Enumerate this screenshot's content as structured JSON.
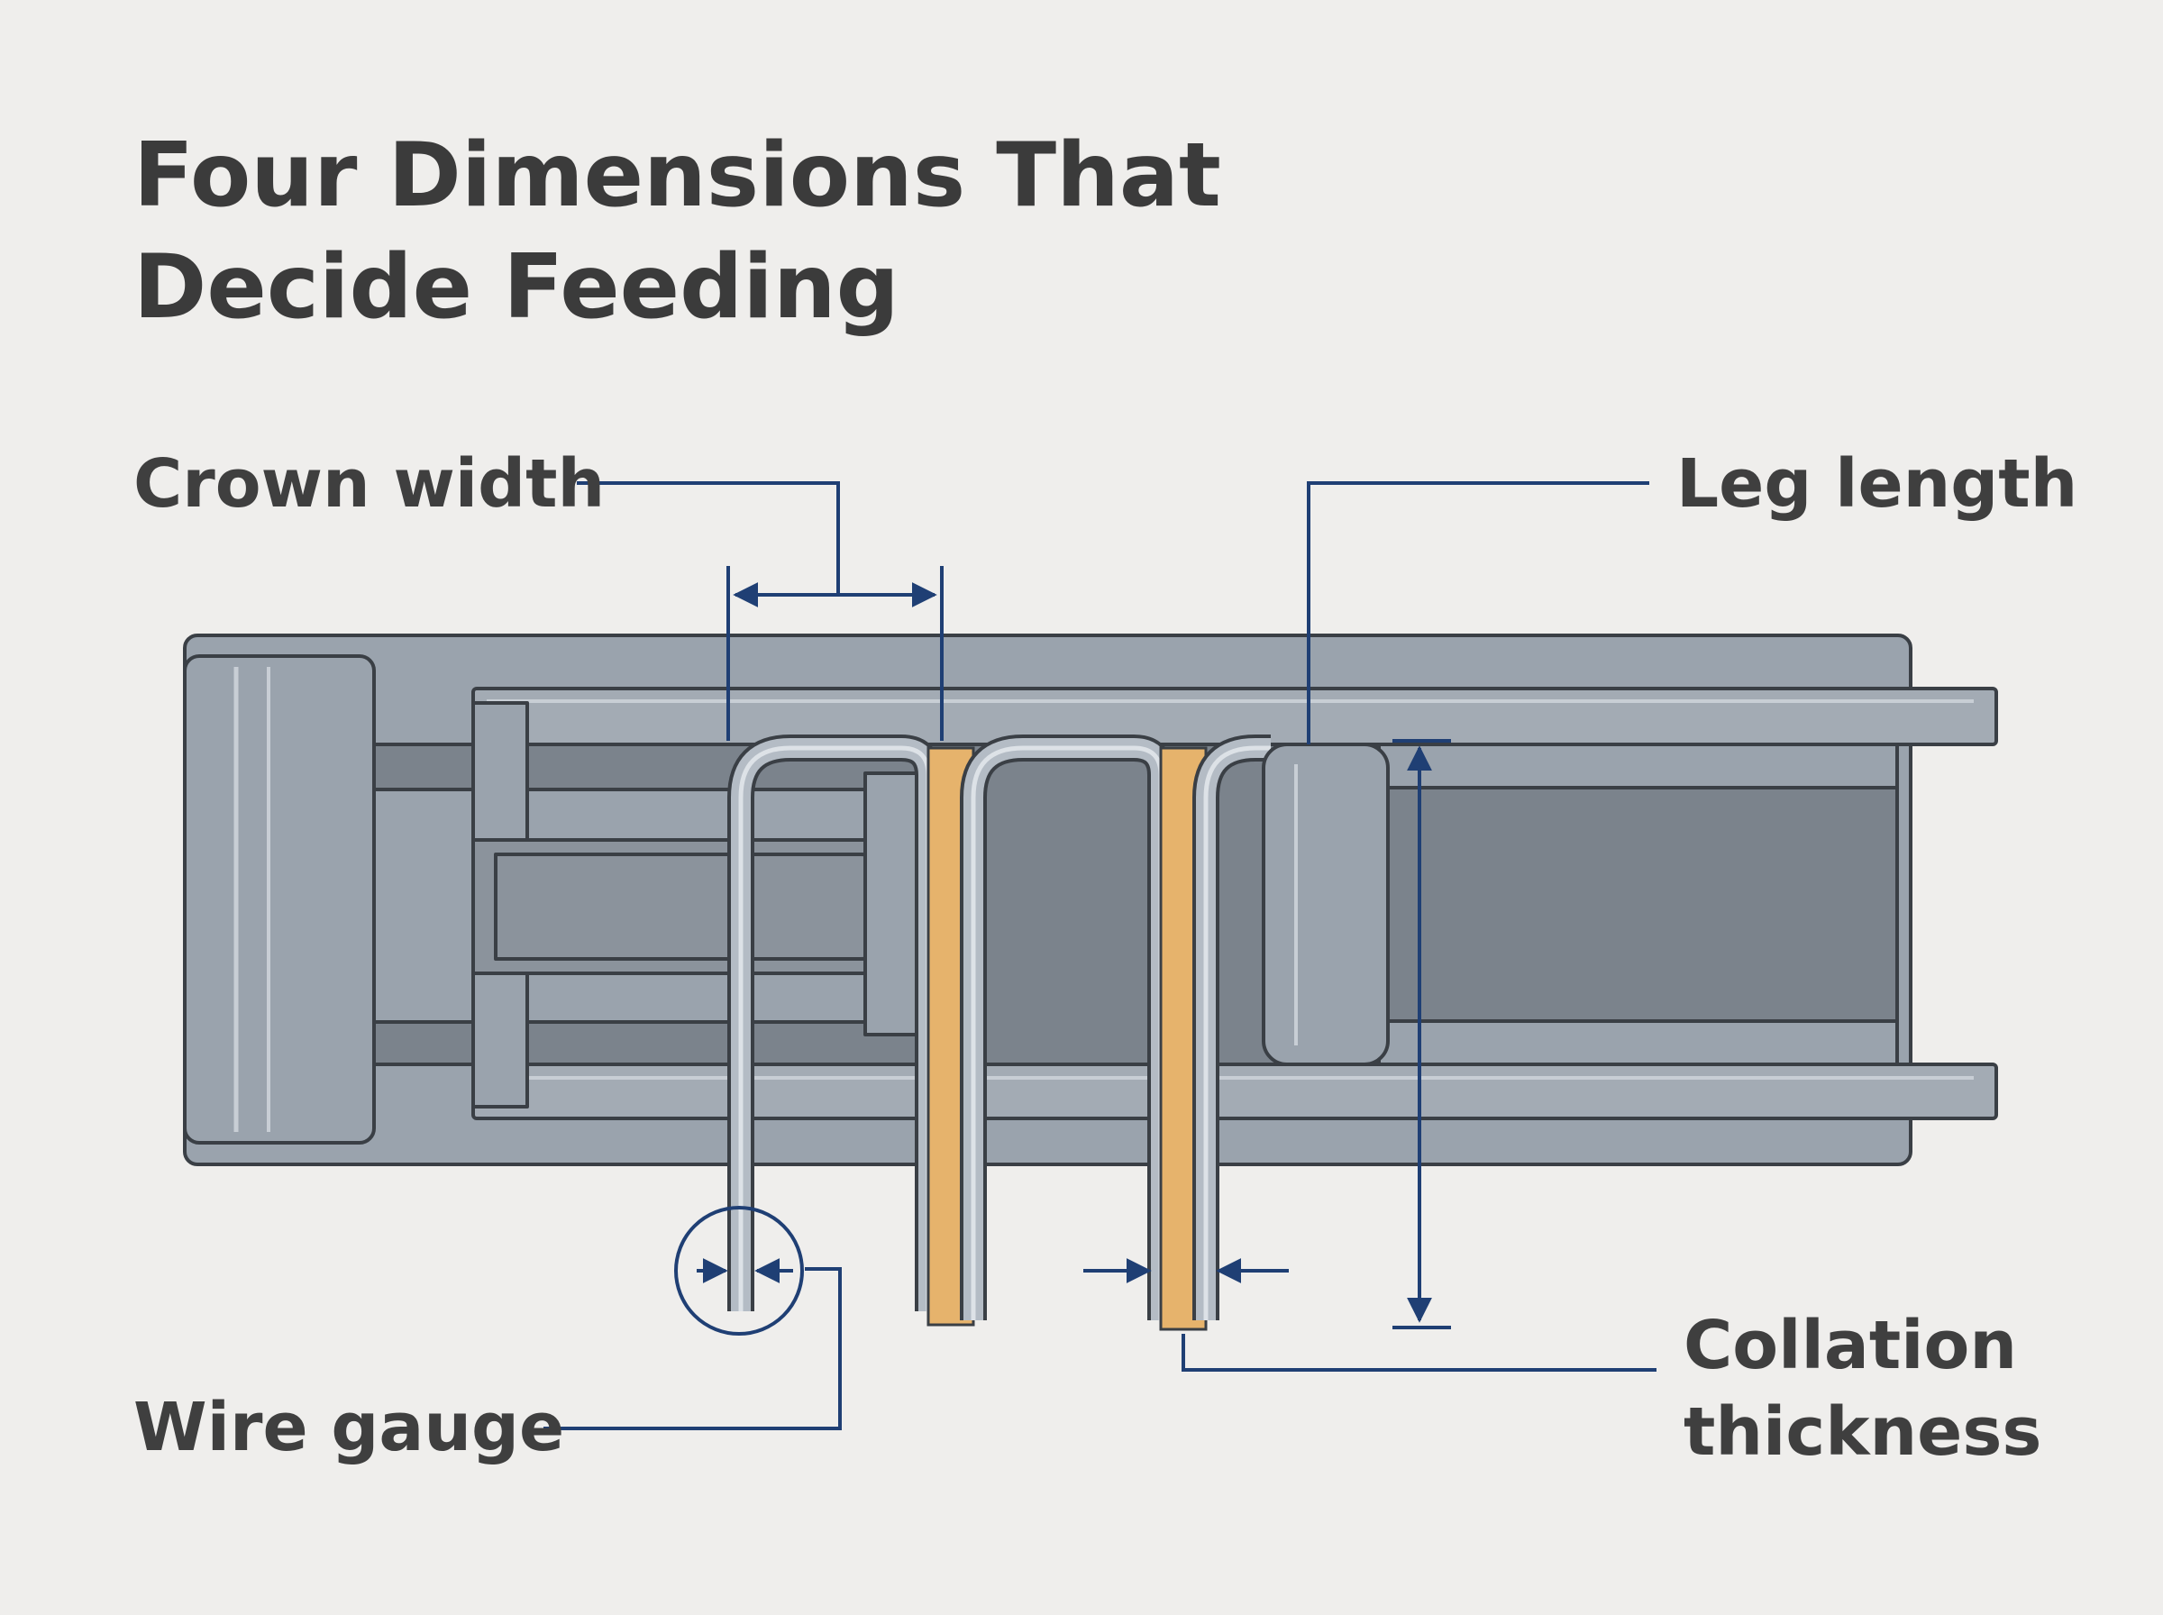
{
  "title": {
    "line1": "Four Dimensions That",
    "line2": "Decide Feeding"
  },
  "labels": {
    "crown_width": "Crown width",
    "leg_length": "Leg length",
    "wire_gauge": "Wire gauge",
    "collation_line1": "Collation",
    "collation_line2": "thickness"
  },
  "colors": {
    "background": "#efeeec",
    "title_text": "#3b3b3b",
    "callout_line": "#1f3f74",
    "housing_metal": "#9aa3ad",
    "dark_channel": "#7b838c",
    "staple_wire": "#b4bcc5",
    "collation_glue": "#e6b36c"
  }
}
